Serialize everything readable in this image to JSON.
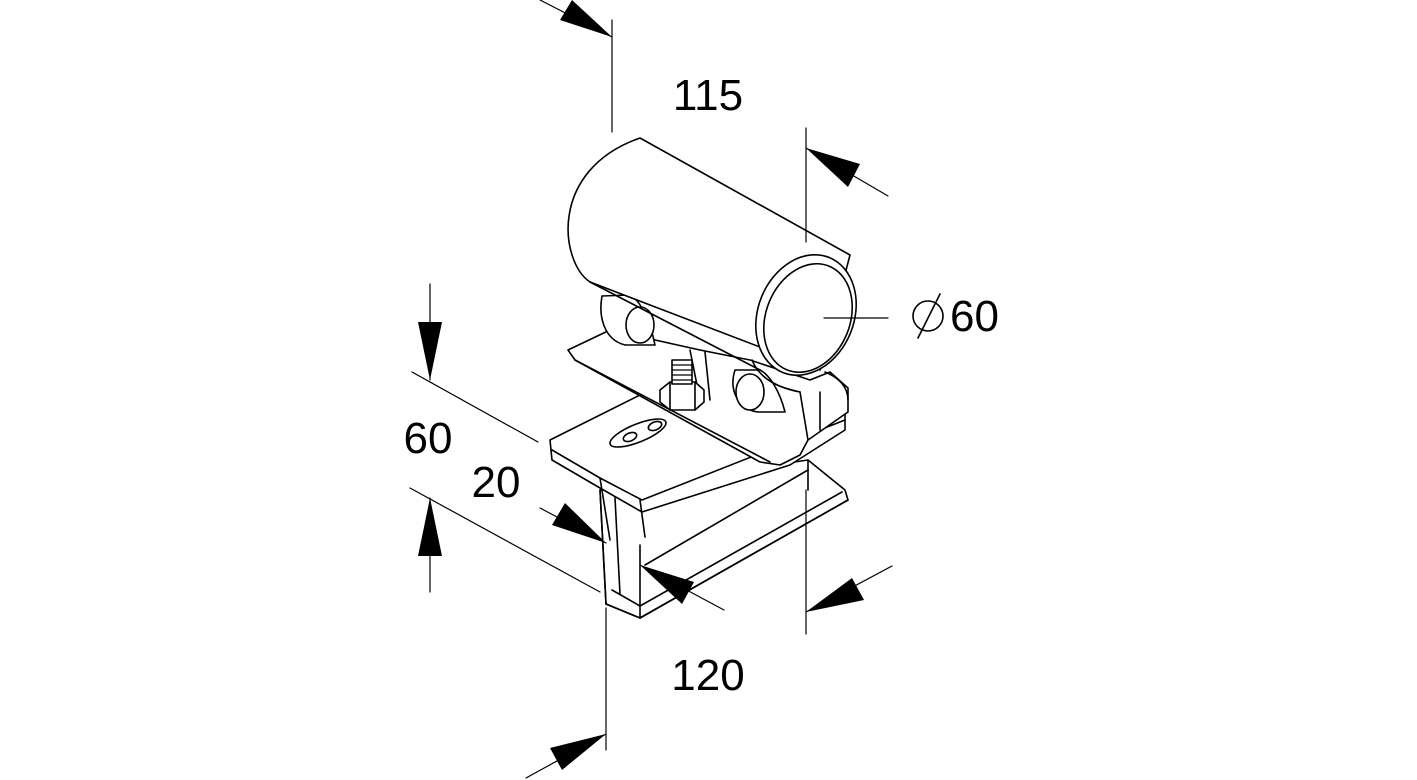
{
  "dimensions": {
    "length_top": "115",
    "diameter": "60",
    "height": "60",
    "flange": "20",
    "length_bottom": "120"
  },
  "symbols": {
    "diameter_symbol": "diameter-icon"
  }
}
